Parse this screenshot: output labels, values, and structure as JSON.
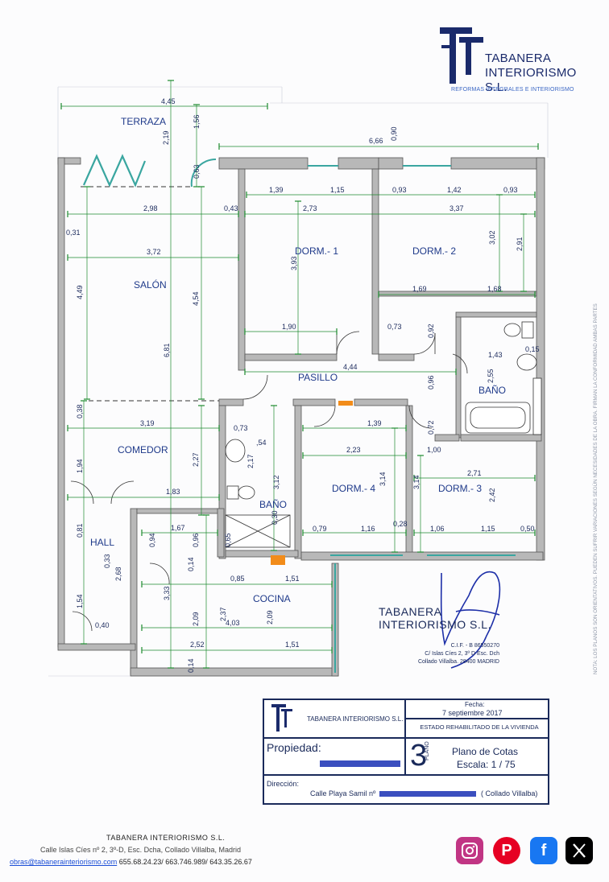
{
  "company": {
    "logo_name_line1": "TABANERA",
    "logo_name_line2": "INTERIORISMO S.L.",
    "logo_tagline": "REFORMAS INTEGRALES E INTERIORISMO"
  },
  "rooms": {
    "terraza": "TERRAZA",
    "salon": "SALÓN",
    "comedor": "COMEDOR",
    "hall": "HALL",
    "dorm1": "DORM.- 1",
    "dorm2": "DORM.- 2",
    "dorm3": "DORM.- 3",
    "dorm4": "DORM.- 4",
    "pasillo": "PASILLO",
    "bano1": "BAÑO",
    "bano2": "BAÑO",
    "cocina": "COCINA"
  },
  "dimensions": {
    "d445": "4,45",
    "d219": "2,19",
    "d156": "1,56",
    "d666": "6,66",
    "d090": "0,90",
    "d063": "0,63",
    "d139a": "1,39",
    "d115a": "1,15",
    "d093a": "0,93",
    "d142": "1,42",
    "d093b": "0,93",
    "d298": "2,98",
    "d043": "0,43",
    "d273": "2,73",
    "d337": "3,37",
    "d031": "0,31",
    "d372": "3,72",
    "d393": "3,93",
    "d302": "3,02",
    "d291": "2,91",
    "d449": "4,49",
    "d454": "4,54",
    "d169": "1,69",
    "d168": "1,68",
    "d190": "1,90",
    "d073a": "0,73",
    "d092": "0,92",
    "d143": "1,43",
    "d015": "0,15",
    "d681": "6,81",
    "d444": "4,44",
    "d255": "2,55",
    "d096a": "0,96",
    "d038": "0,38",
    "d319": "3,19",
    "d073b": "0,73",
    "d139b": "1,39",
    "d072": "0,72",
    "d054": ",54",
    "d223": "2,23",
    "d100": "1,00",
    "d217": "2,17",
    "d227": "2,27",
    "d194": "1,94",
    "d312": "3,12",
    "d314a": "3,14",
    "d314b": "3,14",
    "d271": "2,71",
    "d242": "2,42",
    "d183": "1,83",
    "d030": "0,30",
    "d081": "0,81",
    "d167": "1,67",
    "d094": "0,94",
    "d096b": "0,96",
    "d065": "0,65",
    "d079": "0,79",
    "d116": "1,16",
    "d028": "0,28",
    "d106": "1,06",
    "d115b": "1,15",
    "d050": "0,50",
    "d033": "0,33",
    "d268": "2,68",
    "d014a": "0,14",
    "d333": "3,33",
    "d085": "0,85",
    "d151a": "1,51",
    "d154": "1,54",
    "d209a": "2,09",
    "d237": "2,37",
    "d403": "4,03",
    "d209b": "2,09",
    "d040": "0,40",
    "d252": "2,52",
    "d151b": "1,51",
    "d014b": "0,14"
  },
  "stamp": {
    "name": "TABANERA INTERIORISMO S.L.",
    "cif": "C.I.F. - B 86550270",
    "address": "C/ Islas Cíes 2, 3º D Esc. Dch",
    "city": "Collado Villalba. 28400 MADRID"
  },
  "title_block": {
    "company": "TABANERA INTERIORISMO S.L.",
    "fecha_label": "Fecha:",
    "fecha_value": "7 septiembre 2017",
    "estado": "ESTADO REHABILITADO DE LA VIVIENDA",
    "propiedad_label": "Propiedad:",
    "plano_number": "3",
    "plano_label": "PLANO",
    "plano_title": "Plano de Cotas",
    "escala": "Escala: 1 / 75",
    "direccion_label": "Dirección:",
    "direccion_value": "Calle Playa Samil nº",
    "direccion_city": "( Collado Villalba)"
  },
  "side_note": "NOTA: LOS PLANOS SON ORIENTATIVOS. PUEDEN SUFRIR VARIACIONES SEGÚN NECESIDADES DE LA OBRA. FIRMAN LA CONFORMIDAD AMBAS PARTES",
  "footer": {
    "name": "TABANERA INTERIORISMO S.L.",
    "address": "Calle Islas Cíes nº 2, 3º-D, Esc. Dcha, Collado Villalba, Madrid",
    "email": "obras@tabanerainteriorismo.com",
    "phones": " 655.68.24.23/ 663.746.989/ 643.35.26.67"
  },
  "social": {
    "instagram": "instagram-icon",
    "pinterest": "pinterest-icon",
    "facebook": "facebook-icon",
    "x": "x-icon"
  },
  "colors": {
    "wall": "#b8b8b8",
    "ink": "#1b2a5c",
    "dimension_green": "#1d8a2e",
    "window": "#3aa6a0",
    "instagram": "#c13584",
    "pinterest": "#e60023",
    "facebook": "#1877f2",
    "x": "#000000"
  }
}
